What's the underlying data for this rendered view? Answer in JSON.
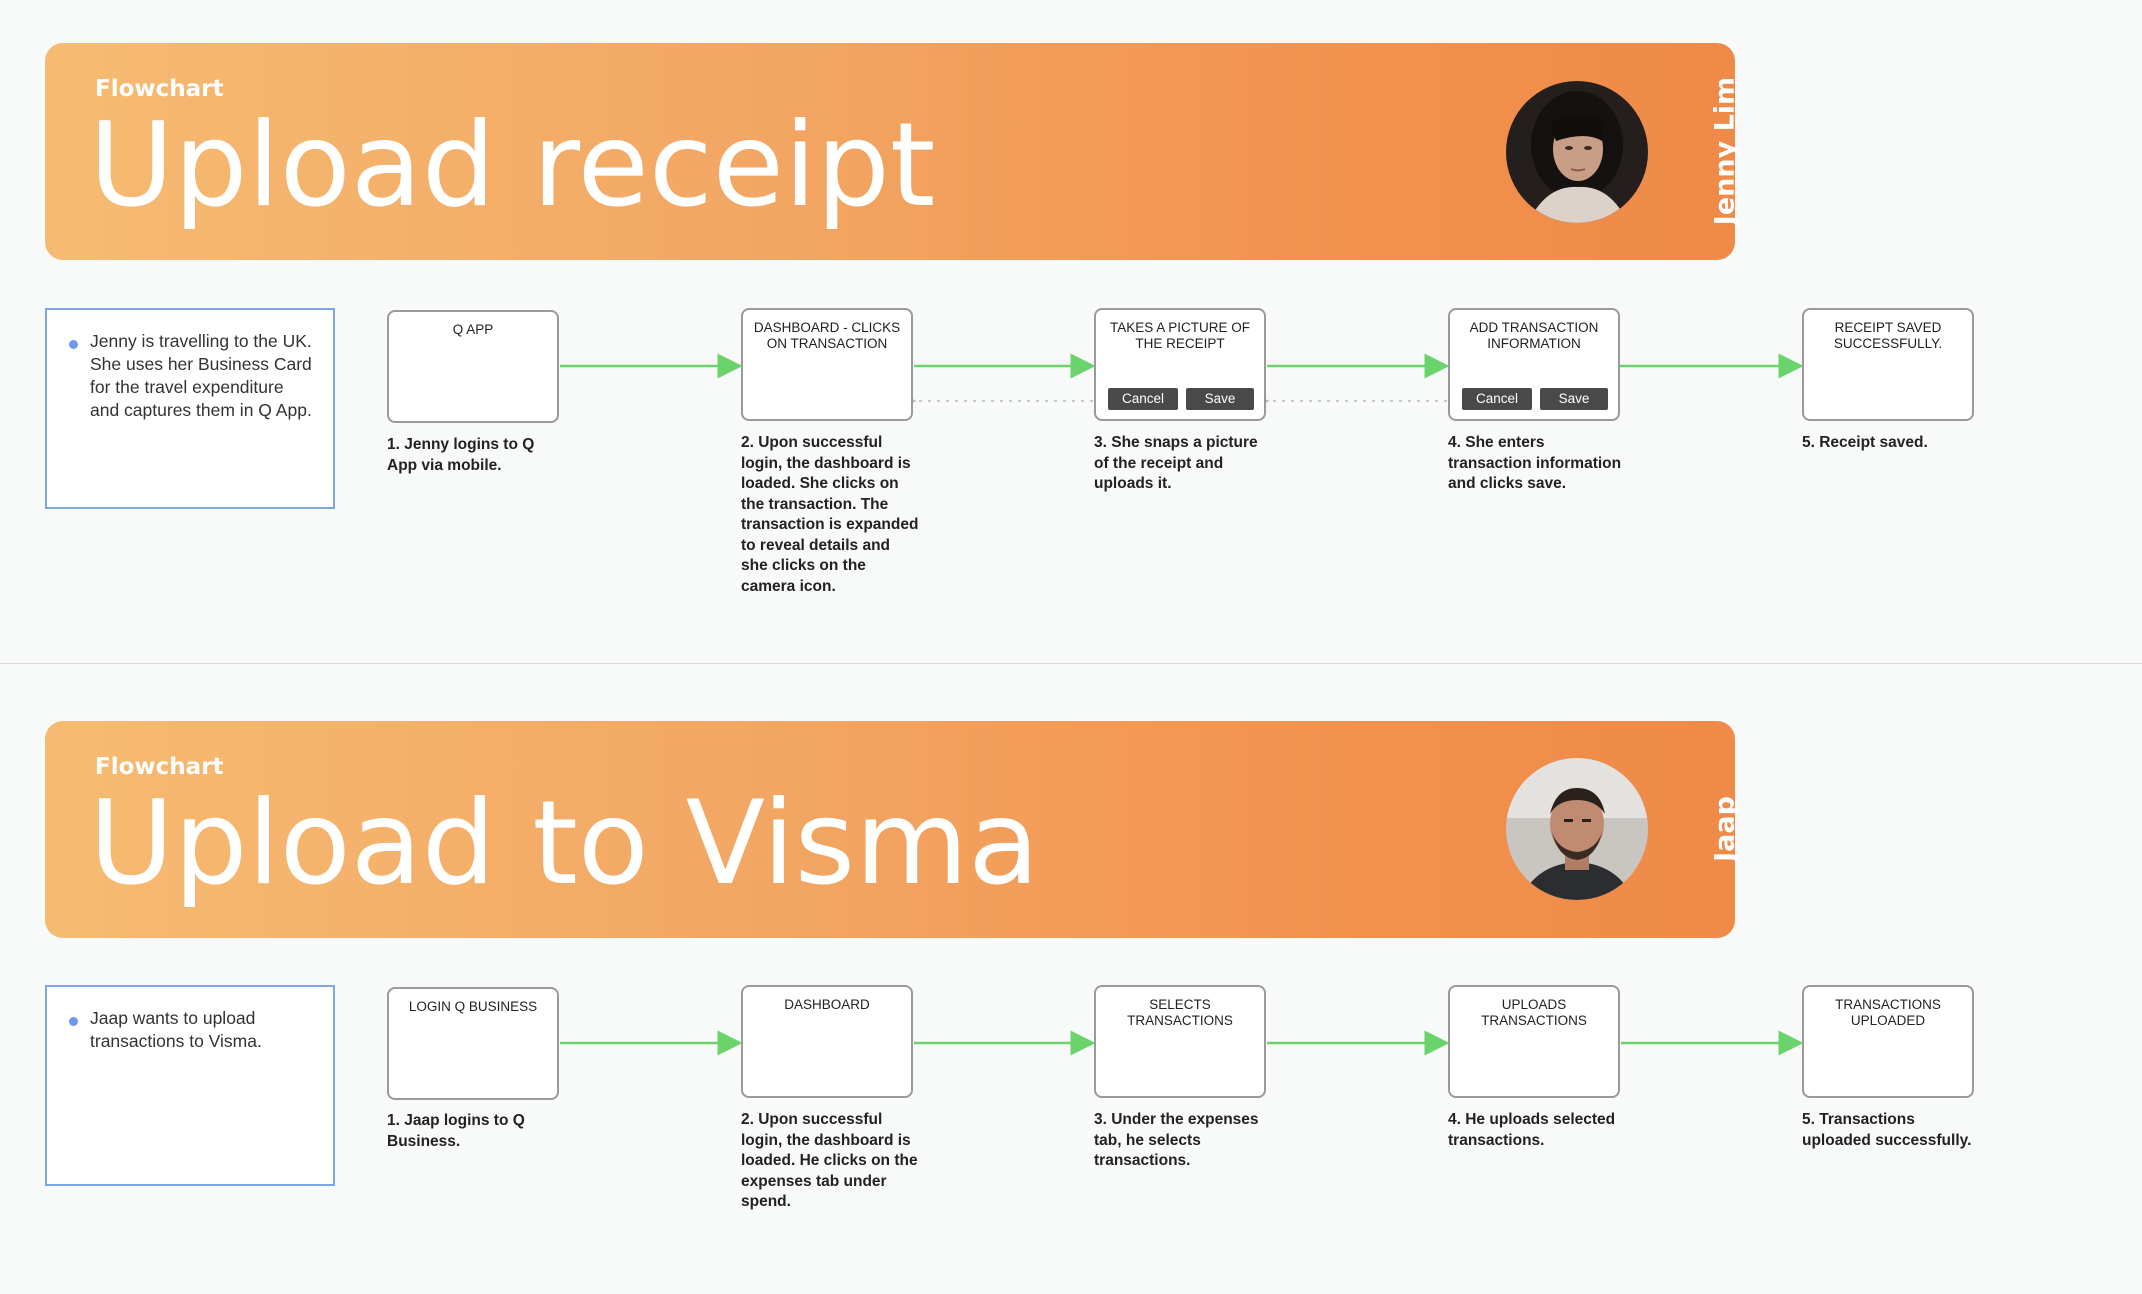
{
  "flows": [
    {
      "kicker": "Flowchart",
      "title": "Upload receipt",
      "person": "Jenny Lim",
      "context": "Jenny is travelling to the UK. She uses her Business Card for the travel expenditure and captures them in Q App.",
      "steps": [
        {
          "label": "Q APP",
          "caption": "1. Jenny logins to Q App via mobile."
        },
        {
          "label": "DASHBOARD - CLICKS ON TRANSACTION",
          "caption": "2. Upon successful login, the dashboard is loaded. She clicks on the transaction. The transaction is expanded to reveal details and she clicks on the camera icon."
        },
        {
          "label": "TAKES A PICTURE OF THE RECEIPT",
          "caption": "3. She snaps a picture of the receipt and uploads it.",
          "buttons": {
            "cancel": "Cancel",
            "save": "Save"
          }
        },
        {
          "label": "ADD TRANSACTION INFORMATION",
          "caption": "4.  She enters transaction information and clicks save.",
          "buttons": {
            "cancel": "Cancel",
            "save": "Save"
          }
        },
        {
          "label": "RECEIPT SAVED SUCCESSFULLY.",
          "caption": "5.  Receipt saved."
        }
      ]
    },
    {
      "kicker": "Flowchart",
      "title": "Upload to Visma",
      "person": "Jaap",
      "context": "Jaap wants to upload transactions to Visma.",
      "steps": [
        {
          "label": "LOGIN Q BUSINESS",
          "caption": "1. Jaap logins to Q Business."
        },
        {
          "label": "DASHBOARD",
          "caption": "2. Upon successful login, the dashboard is loaded. He clicks on the expenses tab under spend."
        },
        {
          "label": "SELECTS TRANSACTIONS",
          "caption": "3. Under the expenses tab, he selects transactions."
        },
        {
          "label": "UPLOADS TRANSACTIONS",
          "caption": "4. He uploads selected transactions."
        },
        {
          "label": "TRANSACTIONS UPLOADED",
          "caption": "5. Transactions uploaded successfully."
        }
      ]
    }
  ],
  "colors": {
    "arrow": "#6bd36b",
    "return_arrow": "#b9b9b9",
    "context_border": "#7ea6e0",
    "banner_start": "#f6bb72",
    "banner_end": "#ef8a48"
  }
}
